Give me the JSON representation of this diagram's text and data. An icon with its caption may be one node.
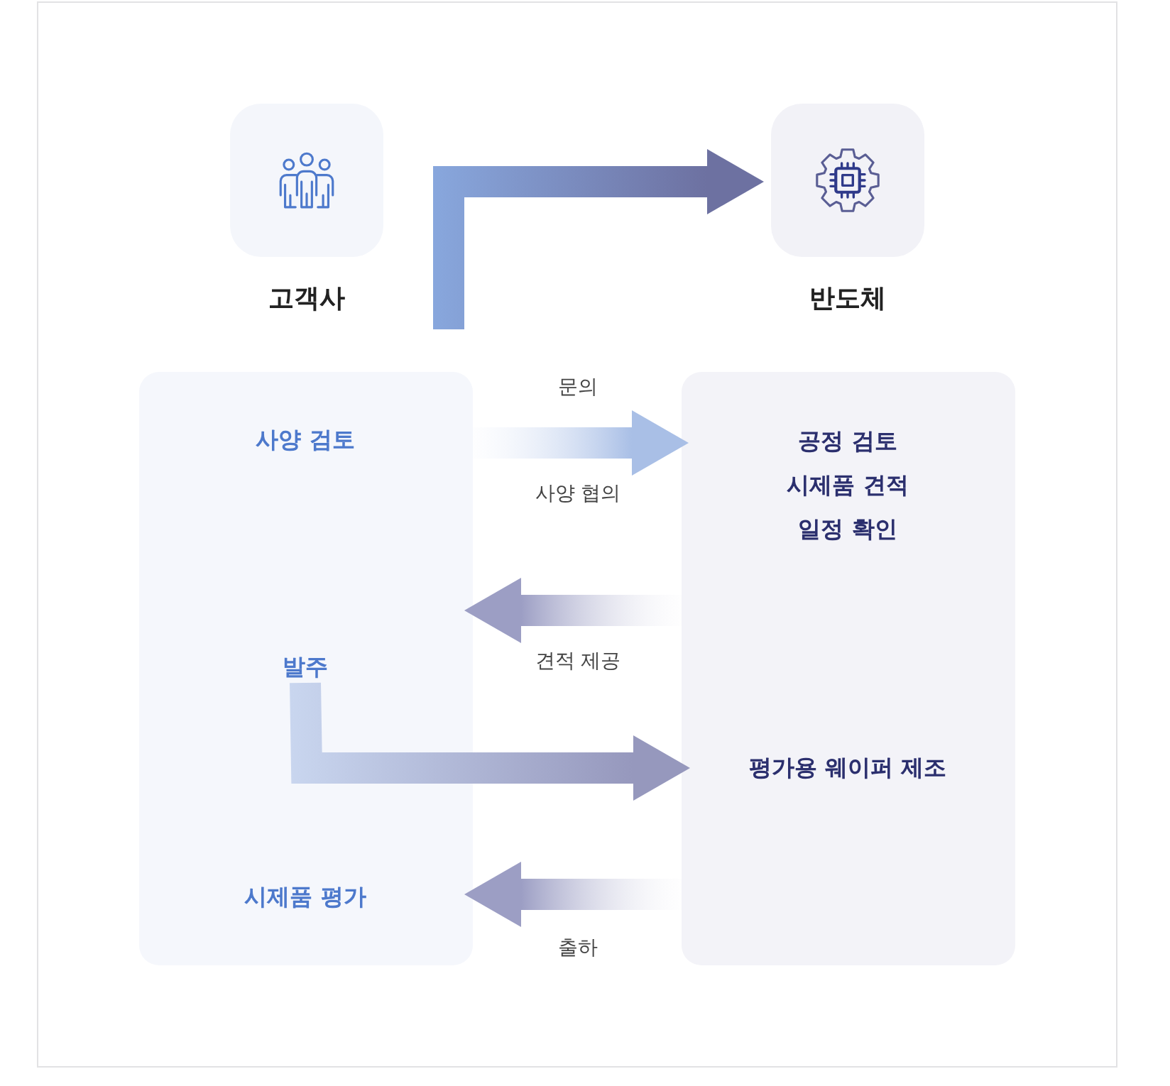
{
  "diagram": {
    "nodes": [
      {
        "text": [
          "고객사"
        ]
      },
      {
        "text": [
          "반도체"
        ]
      },
      {
        "text": [],
        "shape": "box"
      },
      {
        "text": [
          "사양 검토"
        ],
        "in": 2
      },
      {
        "text": [
          "발주"
        ],
        "in": 2
      },
      {
        "text": [
          "시제품 평가"
        ],
        "in": 2
      },
      {
        "text": [],
        "shape": "box"
      },
      {
        "text": [
          "공정 검토"
        ],
        "in": 6
      },
      {
        "text": [
          "시제품 견적"
        ],
        "in": 6
      },
      {
        "text": [
          "일정 확인"
        ],
        "in": 6
      },
      {
        "text": [
          "평가용 웨이퍼 제조"
        ],
        "in": 6
      }
    ],
    "edges": [
      {
        "from": null,
        "to": 1,
        "arrow": "to"
      },
      {
        "from": 2,
        "to": 6,
        "arrow": "to",
        "label": "문의"
      },
      {
        "from": 6,
        "to": 2,
        "arrow": "to",
        "label": "견적 제공"
      },
      {
        "from": 4,
        "to": 6,
        "arrow": "to"
      },
      {
        "from": 6,
        "to": 2,
        "arrow": "to",
        "label": "출하"
      }
    ],
    "labels": [
      "사양 협의"
    ]
  }
}
